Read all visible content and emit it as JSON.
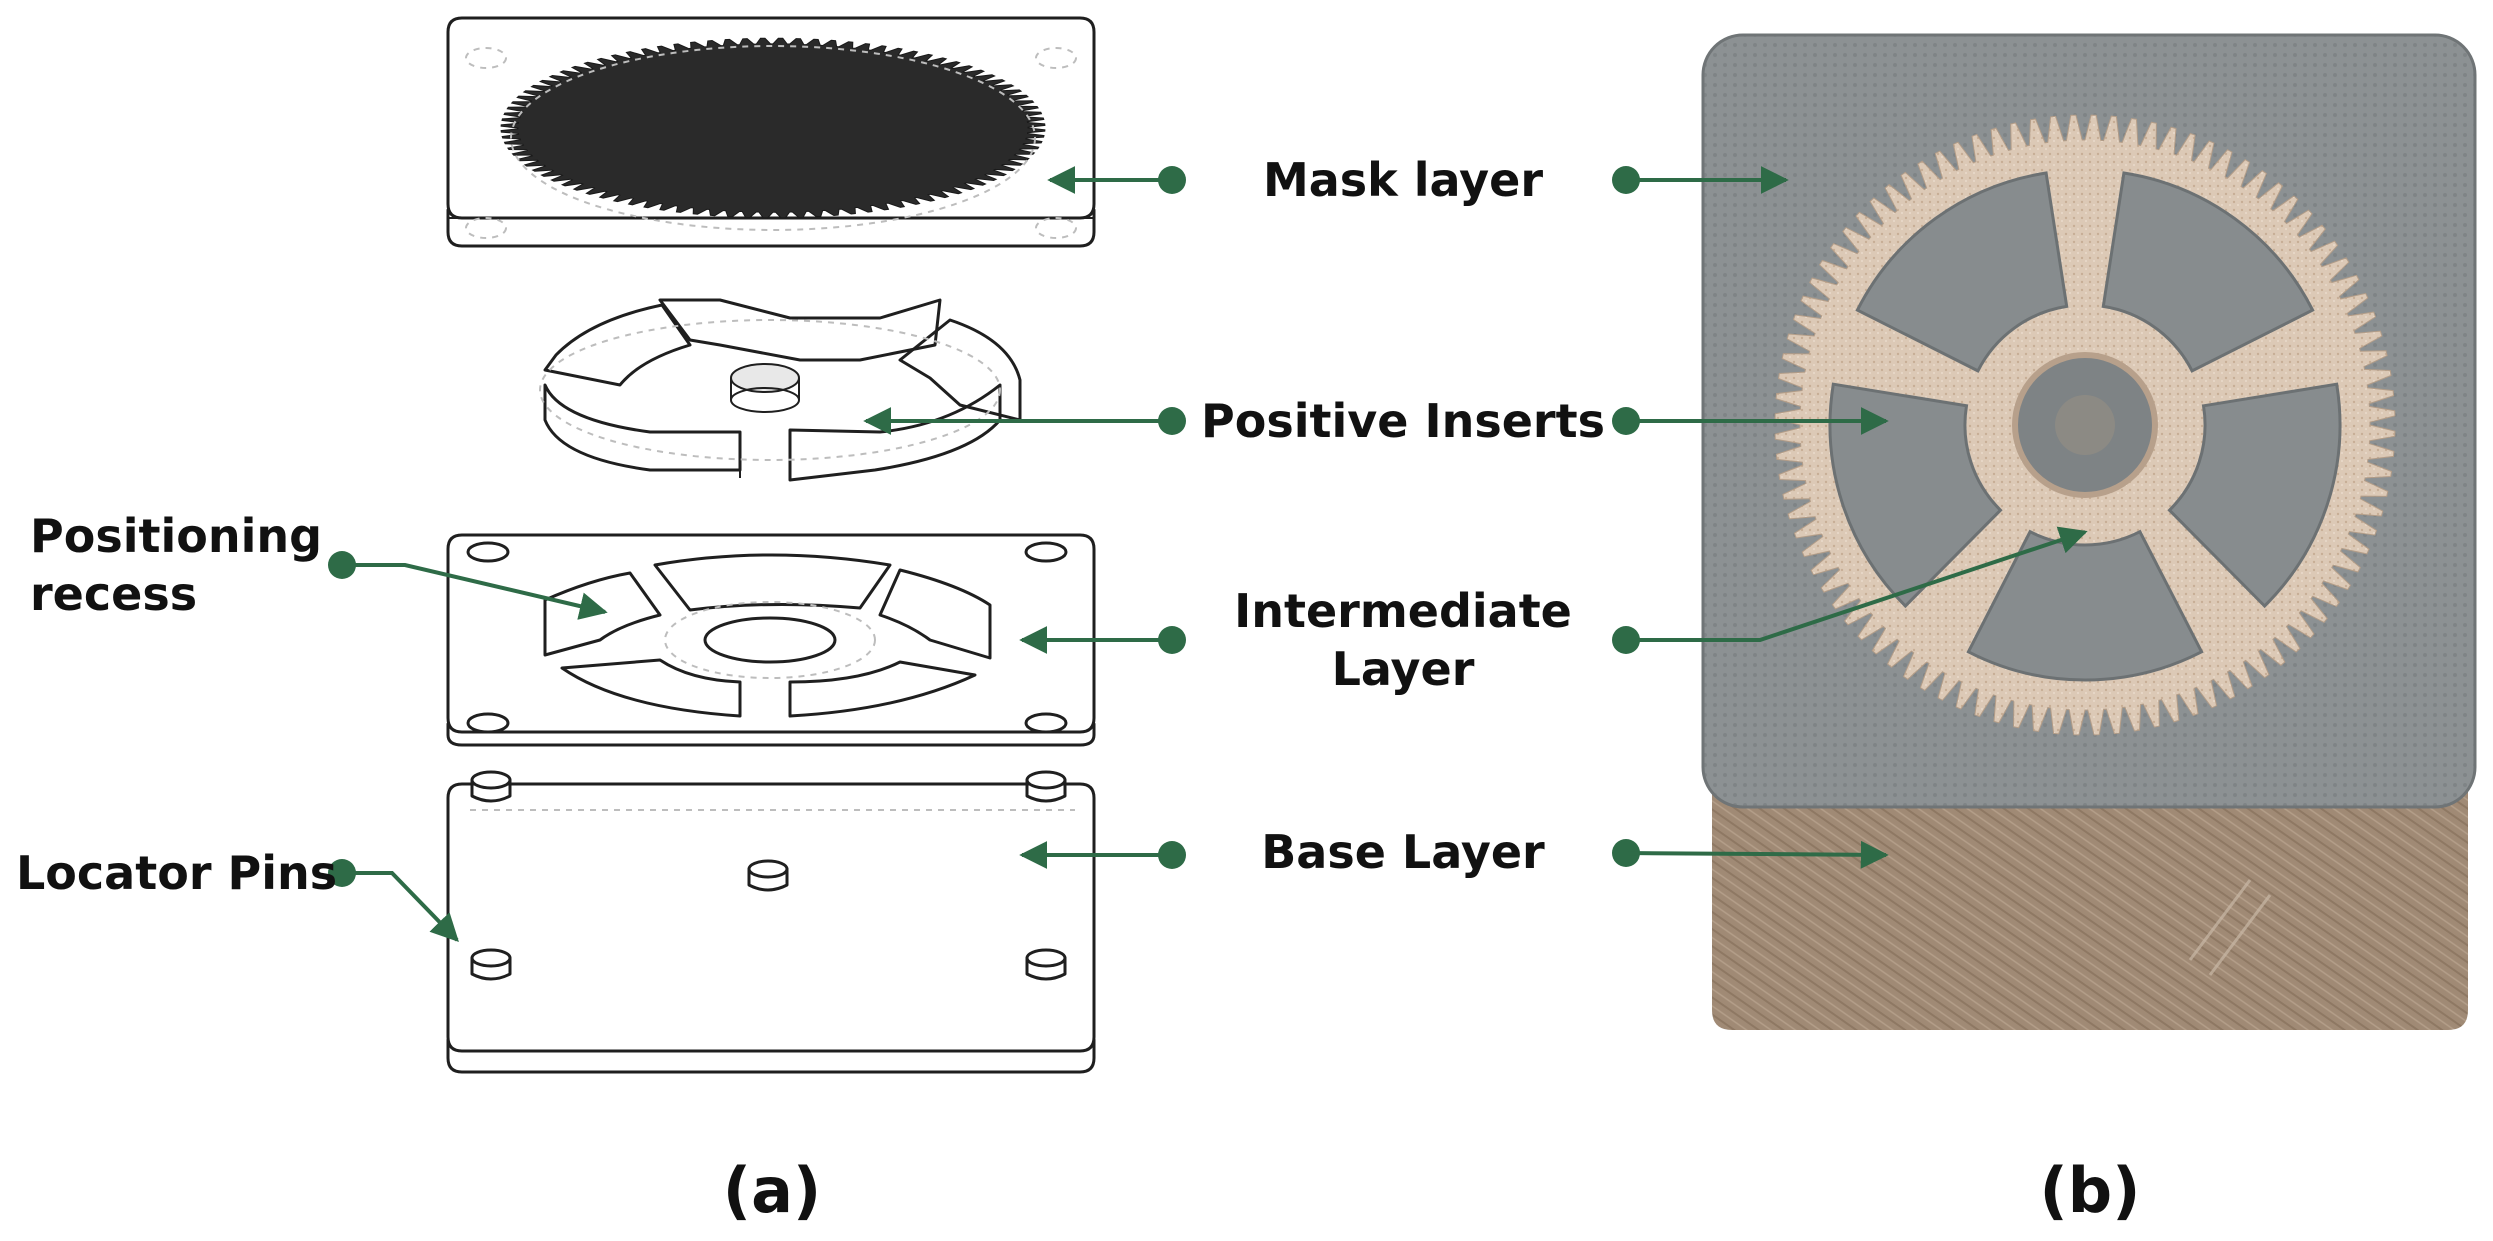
{
  "labels": {
    "mask_layer": "Mask layer",
    "positive_inserts": "Positive Inserts",
    "intermediate_line1": "Intermediate",
    "intermediate_line2": "Layer",
    "base_layer": "Base Layer",
    "positioning_line1": "Positioning",
    "positioning_line2": "recess",
    "locator_pins": "Locator Pins"
  },
  "captions": {
    "a": "(a)",
    "b": "(b)"
  },
  "colors": {
    "arrow": "#2e6b47",
    "mask_grey": "#8a8f91",
    "base_tan": "#a08a75",
    "sand": "#d9c6b3",
    "outline": "#1f1f1f"
  },
  "gear_teeth": 96
}
